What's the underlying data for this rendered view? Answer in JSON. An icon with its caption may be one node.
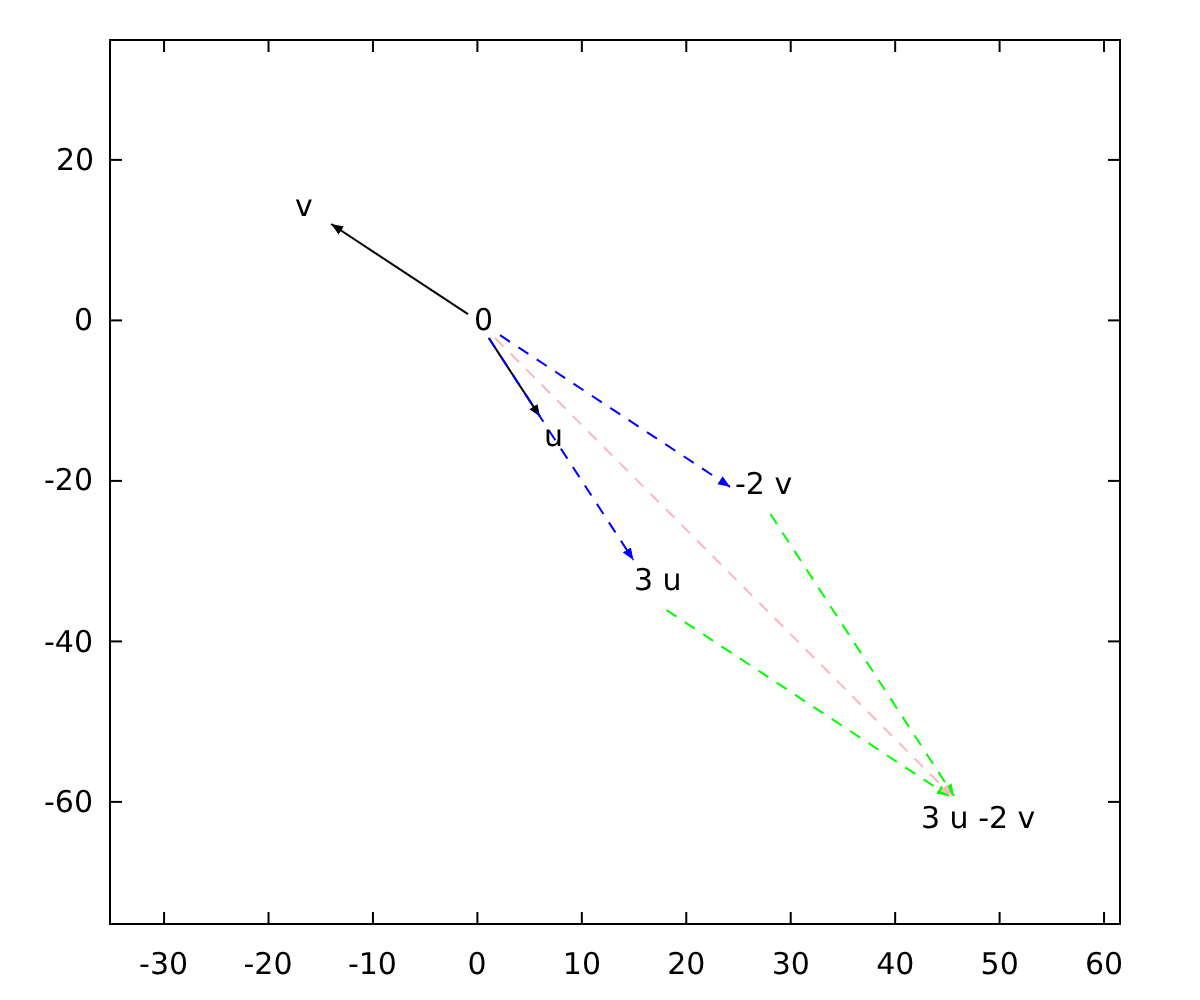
{
  "diagram": {
    "nodes": [
      {
        "text": [
          "0"
        ]
      },
      {
        "text": [
          "v"
        ]
      },
      {
        "text": [
          "u"
        ]
      },
      {
        "text": [
          "-2 v"
        ]
      },
      {
        "text": [
          "3 u"
        ]
      },
      {
        "text": [
          "3 u -2 v"
        ]
      }
    ],
    "edges": [
      {
        "from": 0,
        "to": 1,
        "arrow": "to"
      },
      {
        "from": 0,
        "to": 2,
        "arrow": "to"
      },
      {
        "from": 0,
        "to": 3,
        "arrow": "to",
        "style": "dashed",
        "color": "#0000ff"
      },
      {
        "from": 0,
        "to": 4,
        "arrow": "to",
        "style": "dashed",
        "color": "#0000ff"
      },
      {
        "from": 3,
        "to": 5,
        "arrow": "to",
        "style": "dashed",
        "color": "#00ff00"
      },
      {
        "from": 4,
        "to": 5,
        "arrow": "to",
        "style": "dashed",
        "color": "#00ff00"
      },
      {
        "from": 0,
        "to": 5,
        "arrow": "to",
        "style": "dashed",
        "color": "#ffb6c1"
      }
    ],
    "labels": [
      "20",
      "0",
      "-20",
      "-40",
      "-60",
      "-30",
      "-20",
      "-10",
      "0",
      "10",
      "20",
      "30",
      "40",
      "50",
      "60"
    ]
  }
}
